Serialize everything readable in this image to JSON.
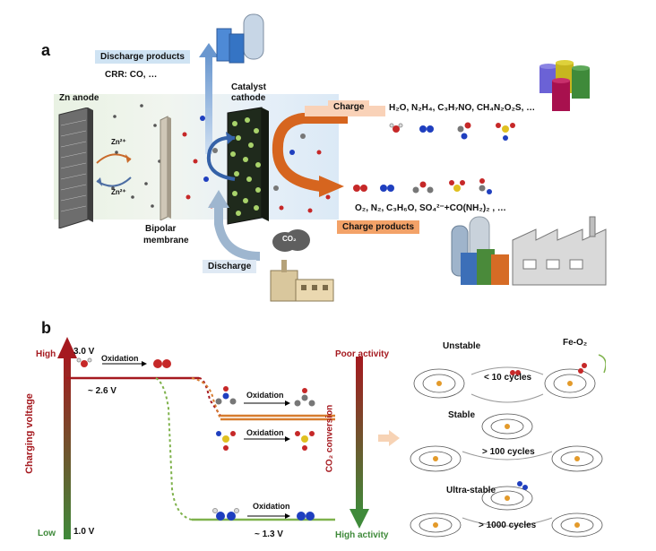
{
  "panel_a": {
    "letter": "a",
    "discharge_products": "Discharge products",
    "crr_label": "CRR: CO, …",
    "zn_anode": "Zn anode",
    "zn_ion_1": "Zn²⁺",
    "zn_ion_2": "Zn²⁺",
    "catalyst_cathode_1": "Catalyst",
    "catalyst_cathode_2": "cathode",
    "charge_tag": "Charge",
    "charge_reactants": "H₂O,  N₂H₄,  C₃H₇NO,  CH₄N₂O₂S, …",
    "charge_products_list": "O₂,   N₂,   C₃H₆O,   SO₄²⁻+CO(NH₂)₂ , …",
    "charge_products_tag": "Charge products",
    "bipolar_1": "Bipolar",
    "bipolar_2": "membrane",
    "discharge_tag": "Discharge",
    "co2": "CO₂",
    "colors": {
      "discharge_tag_bg": "#cfe3f3",
      "charge_tag_bg": "#f9d2b8",
      "charge_products_bg": "#f3a268",
      "discharge_bottom_bg": "#dfe9f4",
      "orange_arrow": "#d6651f"
    }
  },
  "panel_b": {
    "letter": "b",
    "high": "High",
    "low": "Low",
    "v_high": "3.0 V",
    "v_low": "1.0 V",
    "v_26": "~ 2.6 V",
    "v_13": "~ 1.3 V",
    "oxidation_1": "Oxidation",
    "oxidation_2": "Oxidation",
    "oxidation_3": "Oxidation",
    "oxidation_4": "Oxidation",
    "charging_voltage": "Charging voltage",
    "poor_activity": "Poor activity",
    "high_activity": "High activity",
    "co2_conversion": "CO₂ conversion",
    "unstable": "Unstable",
    "stable": "Stable",
    "ultra_stable": "Ultra-stable",
    "fe_o2": "Fe-O₂",
    "cycles_10": "< 10 cycles",
    "cycles_100": "> 100 cycles",
    "cycles_1000": "> 1000 cycles",
    "colors": {
      "voltage_top": "#a5191f",
      "voltage_bottom": "#3f8a3a",
      "orange_line": "#d77c2e",
      "green_line": "#7fb24c"
    }
  }
}
